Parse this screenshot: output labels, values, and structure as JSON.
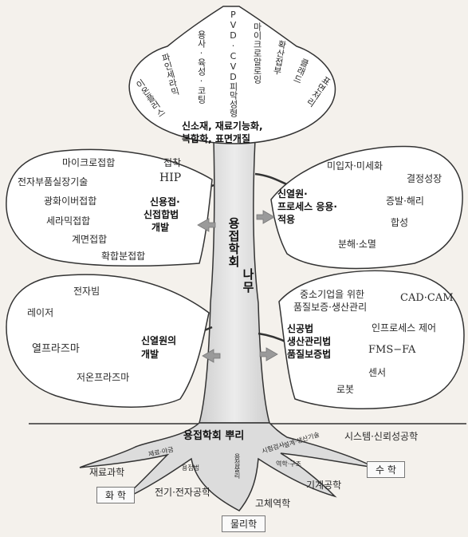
{
  "title": {
    "tree_line1": "용접학회",
    "tree_line2": "나무",
    "roots": "용접학회 뿌리"
  },
  "top_lobe": {
    "items": [
      "이온플러스",
      "파인세라믹",
      "용사·육성·코팅",
      "PVD·CVD피막성형",
      "마이크로알로잉",
      "확산접부",
      "클래드",
      "표면처리"
    ],
    "center": [
      "신소재, 재료기능화,",
      "복합화, 표면개질"
    ]
  },
  "left_upper_lobe": {
    "items": [
      "마이크로접합",
      "접착",
      "전자부품실장기술",
      "HIP",
      "광화이버접합",
      "세라믹접합",
      "계면접합",
      "확합분접합"
    ],
    "center": [
      "신용접·",
      "신접합법",
      "개발"
    ]
  },
  "right_upper_lobe": {
    "items": [
      "미입자·미세화",
      "결정성장",
      "증발·해리",
      "합성",
      "분해·소멸"
    ],
    "center": [
      "신열원·",
      "프로세스 응용·",
      "적용"
    ]
  },
  "left_lower_lobe": {
    "items": [
      "전자빔",
      "레이저",
      "열프라즈마",
      "저온프라즈마"
    ],
    "center": [
      "신열원의",
      "개발"
    ]
  },
  "right_lower_lobe": {
    "items": [
      "중소기업을 위한",
      "품질보증·생산관리",
      "CAD·CAM",
      "인프로세스 제어",
      "FMS−FA",
      "센서",
      "로봇"
    ],
    "center": [
      "신공법",
      "생산관리법",
      "품질보증법"
    ]
  },
  "roots": {
    "small_labels": [
      "재료·야금",
      "용접법",
      "용접물리",
      "시험검사",
      "설계·생산기술",
      "역학·구조"
    ],
    "outer_labels": [
      "재료과학",
      "전기·전자공학",
      "고체역학",
      "기계공학",
      "시스템·신뢰성공학"
    ],
    "boxes": [
      "화 학",
      "물리학",
      "수 학"
    ]
  },
  "colors": {
    "line": "#3a3a3a",
    "trunk_fill": "#dcdcdc",
    "lobe_fill": "#ffffff",
    "arrow": "#9a9a9a"
  }
}
